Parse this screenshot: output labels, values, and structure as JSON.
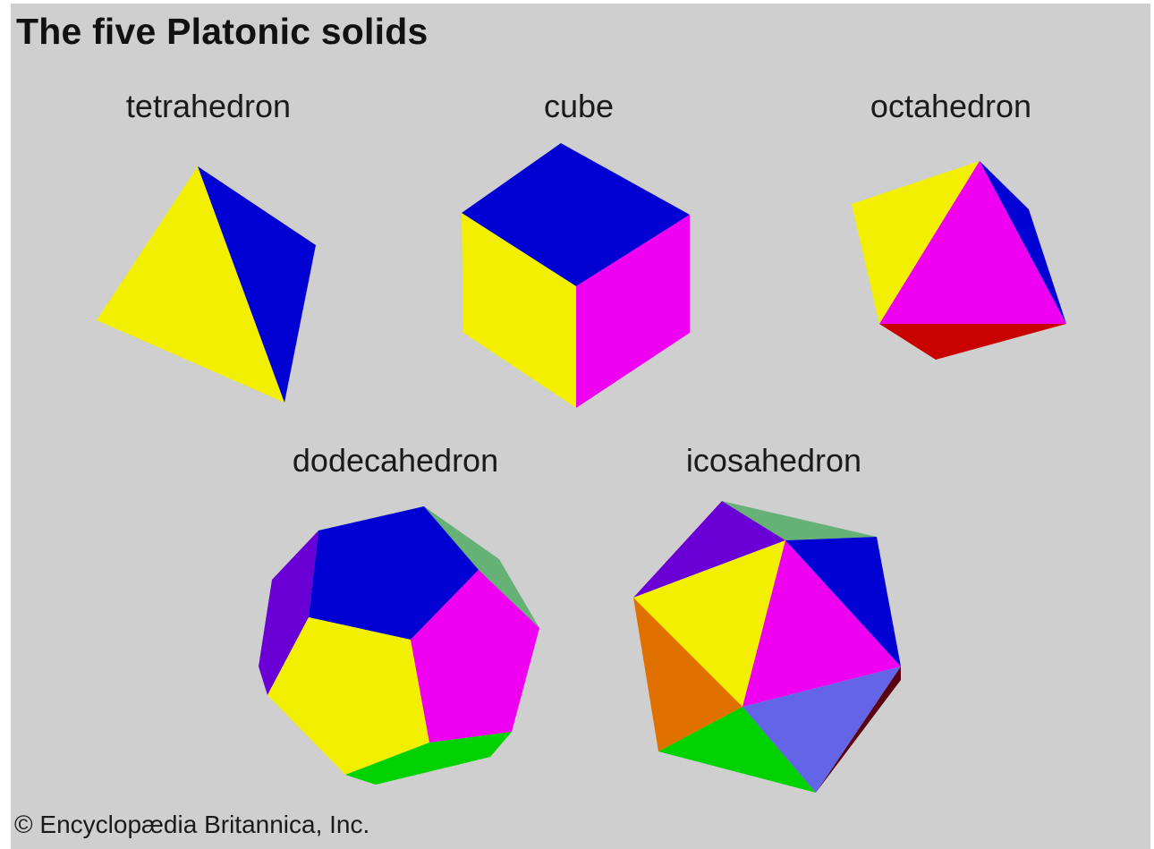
{
  "title": "The five Platonic solids",
  "solids": [
    {
      "name": "tetrahedron"
    },
    {
      "name": "cube"
    },
    {
      "name": "octahedron"
    },
    {
      "name": "dodecahedron"
    },
    {
      "name": "icosahedron"
    }
  ],
  "copyright": "© Encyclopædia Britannica, Inc.",
  "colors": {
    "background": "#cfcfcf",
    "yellow": "#f2ef00",
    "blue": "#0000d2",
    "magenta": "#f000f0",
    "red": "#c80000",
    "green": "#00d200",
    "violet": "#6a00d6",
    "orange": "#e07000",
    "periwinkle": "#6464e6",
    "seagreen": "#66b276",
    "maroon": "#5a0010"
  }
}
